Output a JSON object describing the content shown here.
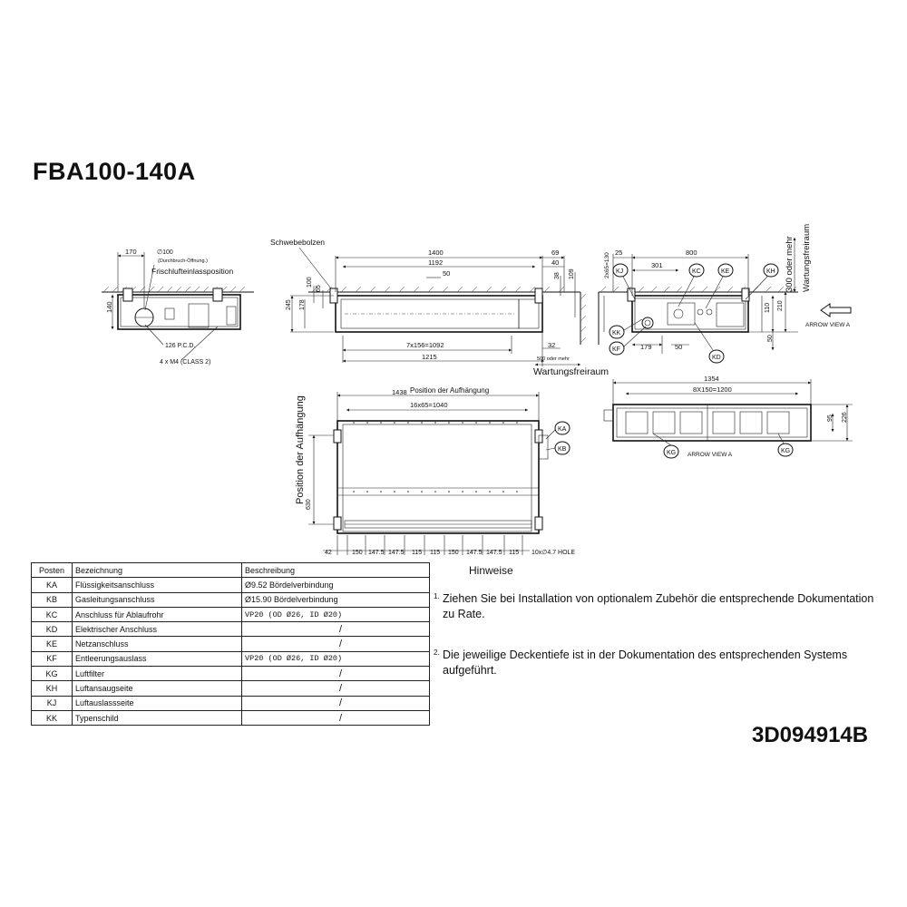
{
  "title": "FBA100-140A",
  "document_number": "3D094914B",
  "labels": {
    "schwebebolzen": "Schwebebolzen",
    "frischluft": "Frischlufteinlassposition",
    "durchbruch": "(Durchbruch-Öffnung.)",
    "diameter100": "∅100",
    "pcd": "126 P.C.D.",
    "m4": "4 x M4 (CLASS 2)",
    "wartungsfreiraum_h": "Wartungsfreiraum",
    "wartungsfreiraum_v": "Wartungsfreiraum",
    "dreihundert_oder_mehr": "300 oder mehr",
    "fuenfhundert_oder_mehr": "500 oder mehr",
    "position_aufhaengung_h": "Position der Aufhängung",
    "position_aufhaengung_v": "Position der Aufhängung",
    "arrow_view_a": "ARROW VIEW A",
    "arrow_view_a_bottom": "ARROW VIEW A",
    "hole": "10x∅4.7 HOLE"
  },
  "dimensions": {
    "d170": "170",
    "d140": "140",
    "d1400": "1400",
    "d1192": "1192",
    "d50": "50",
    "d69": "69",
    "d40": "40",
    "d38": "38",
    "d109": "109",
    "d100": "100",
    "d65": "65",
    "d245": "245",
    "d178": "178",
    "d7x156": "7x156=1092",
    "d1215": "1215",
    "d32": "32",
    "d25": "25",
    "d800": "800",
    "d301": "301",
    "d2x65": "2x65=130",
    "d110": "110",
    "d210": "210",
    "d179": "179",
    "d50b": "50",
    "d50c": "50",
    "d1354": "1354",
    "d8x150": "8X150=1200",
    "d95": "95",
    "d226": "226",
    "d1438": "1438",
    "d16x65": "16x65=1040",
    "d630": "630",
    "bottom_row": [
      "42",
      "150",
      "147.5",
      "147.5",
      "115",
      "115",
      "150",
      "147.5",
      "147.5",
      "115"
    ]
  },
  "callouts": [
    "KJ",
    "KC",
    "KE",
    "KH",
    "KK",
    "KF",
    "KD",
    "KA",
    "KB",
    "KG",
    "KG"
  ],
  "table": {
    "headers": [
      "Posten",
      "Bezeichnung",
      "Beschreibung"
    ],
    "rows": [
      {
        "code": "KA",
        "name": "Flüssigkeitsanschluss",
        "desc": "Ø9.52 Bördelverbindung"
      },
      {
        "code": "KB",
        "name": "Gasleitungsanschluss",
        "desc": "Ø15.90 Bördelverbindung"
      },
      {
        "code": "KC",
        "name": "Anschluss für Ablaufrohr",
        "desc": "VP20 (OD Ø26, ID Ø20)"
      },
      {
        "code": "KD",
        "name": "Elektrischer Anschluss",
        "desc": "/"
      },
      {
        "code": "KE",
        "name": "Netzanschluss",
        "desc": "/"
      },
      {
        "code": "KF",
        "name": "Entleerungsauslass",
        "desc": "VP20 (OD Ø26, ID Ø20)"
      },
      {
        "code": "KG",
        "name": "Luftfilter",
        "desc": "/"
      },
      {
        "code": "KH",
        "name": "Luftansaugseite",
        "desc": "/"
      },
      {
        "code": "KJ",
        "name": "Luftauslassseite",
        "desc": "/"
      },
      {
        "code": "KK",
        "name": "Typenschild",
        "desc": "/"
      }
    ]
  },
  "notes": {
    "title": "Hinweise",
    "items": [
      {
        "num": "1.",
        "text": "Ziehen Sie bei Installation von optionalem Zubehör die entsprechende Dokumentation zu Rate."
      },
      {
        "num": "2.",
        "text": "Die jeweilige Deckentiefe ist in der Dokumentation des entsprechenden Systems aufgeführt."
      }
    ]
  }
}
